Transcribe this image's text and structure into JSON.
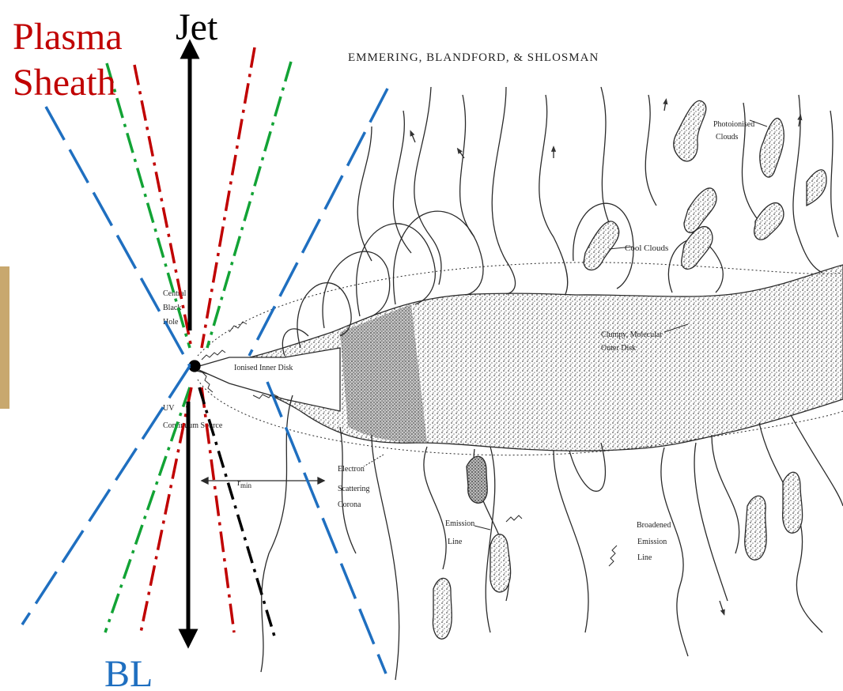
{
  "labels": {
    "plasma": "Plasma",
    "sheath": "Sheath",
    "jet": "Jet",
    "bl": "BL"
  },
  "figure": {
    "header": "EMMERING, BLANDFORD, & SHLOSMAN",
    "annotations": {
      "photoionised": "Photoionised",
      "clouds": "Clouds",
      "cool_clouds": "Cool Clouds",
      "central": "Central",
      "black": "Black",
      "hole": "Hole",
      "ionised_inner_disk": "Ionised Inner Disk",
      "clumpy_molecular": "Clumpy, Molecular",
      "outer_disk": "Outer Disk",
      "uv": "UV",
      "continuum_source": "Continuum Source",
      "r_min": "r",
      "r_min_sub": "min",
      "electron": "Electron",
      "scattering": "Scattering",
      "corona": "Corona",
      "emission": "Emission",
      "line": "Line",
      "broadened": "Broadened",
      "broadened_emission": "Emission",
      "broadened_line": "Line"
    }
  },
  "colors": {
    "red": "#c00000",
    "blue": "#1f6fc0",
    "green": "#12a335",
    "black": "#000000",
    "ink": "#2a2a2a"
  }
}
